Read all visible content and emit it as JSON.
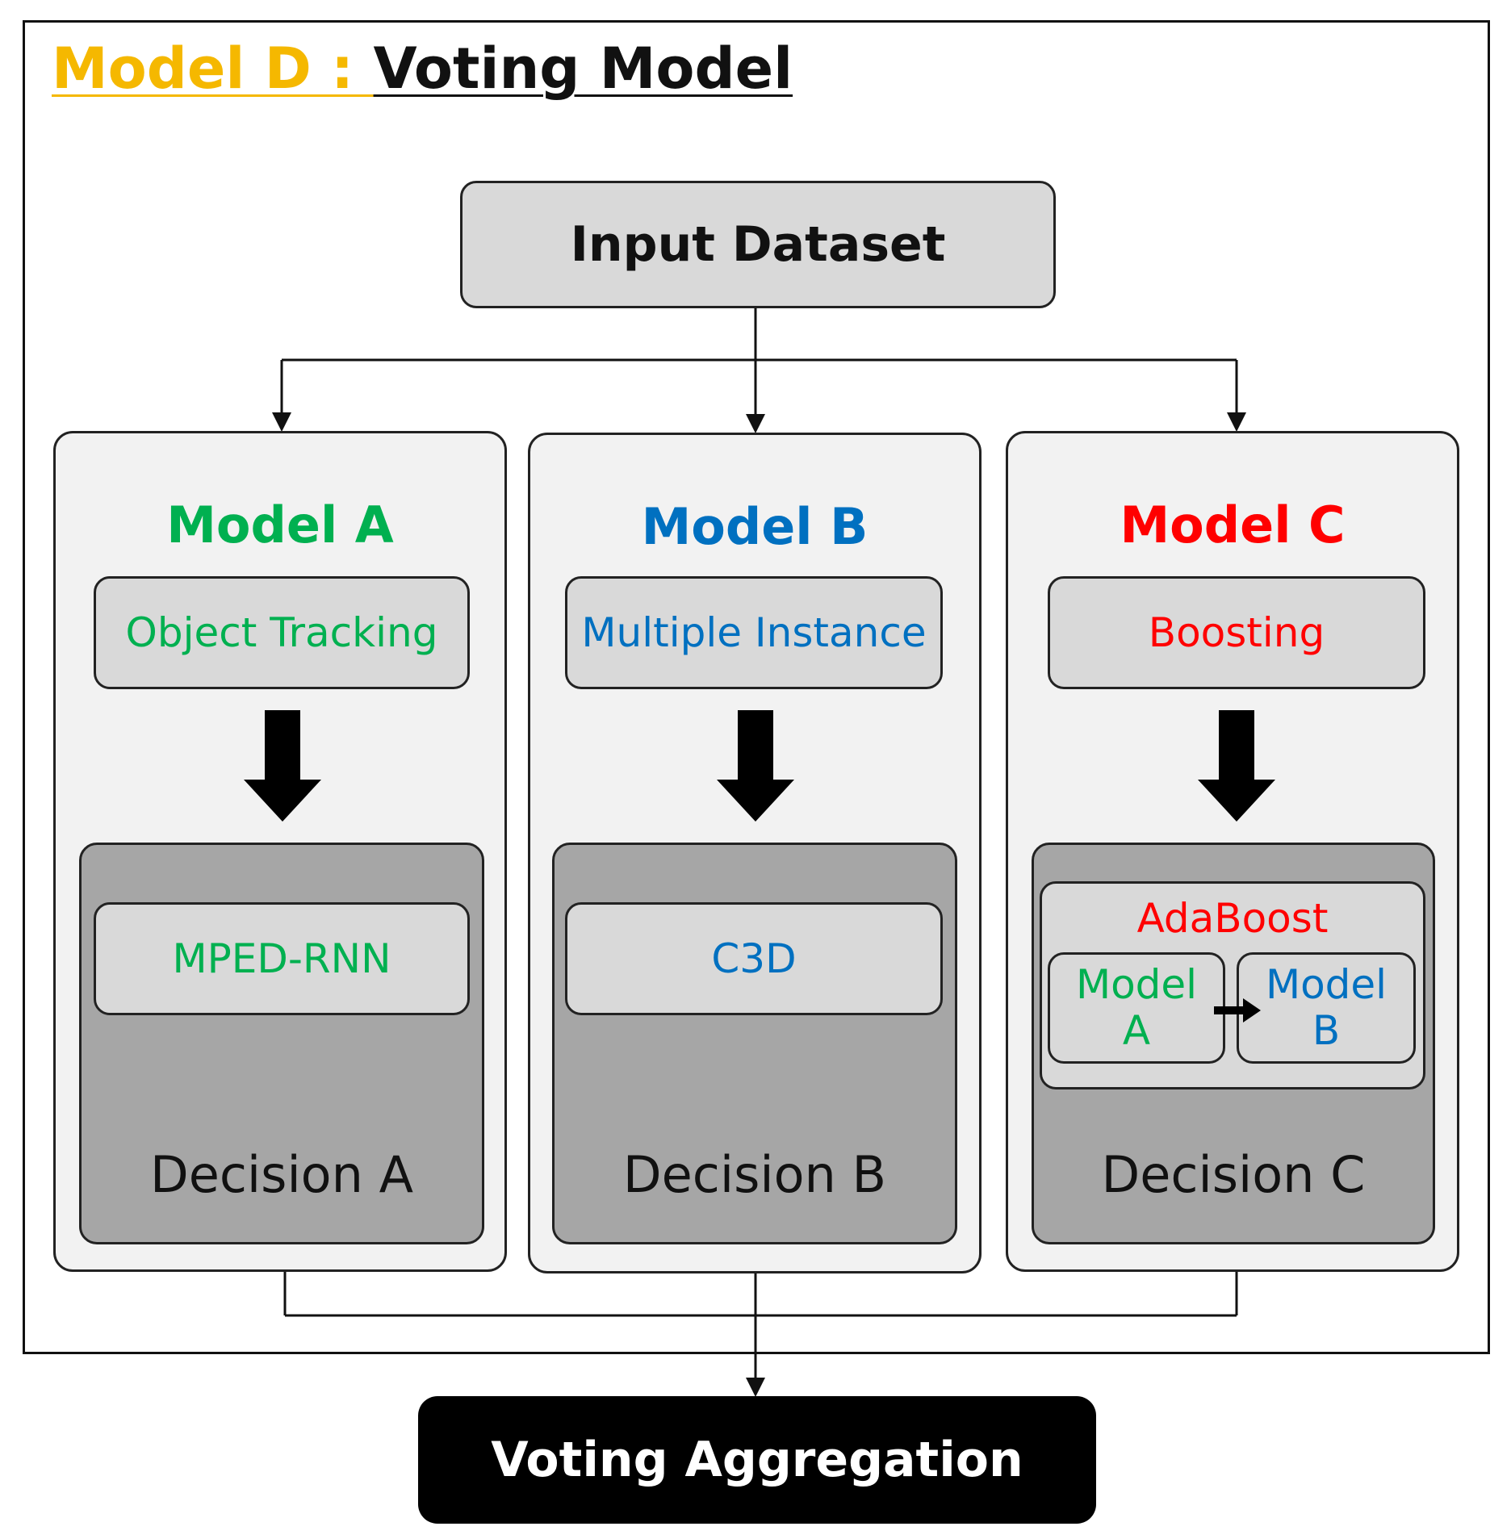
{
  "title": {
    "prefix": "Model D : ",
    "main": "Voting Model"
  },
  "input": "Input Dataset",
  "models": [
    {
      "title": "Model A",
      "method": "Object Tracking",
      "network": "MPED-RNN",
      "decision": "Decision A",
      "color": "#00B050"
    },
    {
      "title": "Model B",
      "method": "Multiple Instance",
      "network": "C3D",
      "decision": "Decision B",
      "color": "#0070C0"
    },
    {
      "title": "Model C",
      "method": "Boosting",
      "decision": "Decision C",
      "color": "#FF0000",
      "ensemble": {
        "label": "AdaBoost",
        "sub_a": "Model A",
        "sub_b": "Model B"
      }
    }
  ],
  "output": "Voting Aggregation",
  "colors": {
    "title_prefix": "#F5B800",
    "panel": "#f2f2f2",
    "light_box": "#d9d9d9",
    "dark_box": "#a6a6a6",
    "output_box": "#000000"
  }
}
